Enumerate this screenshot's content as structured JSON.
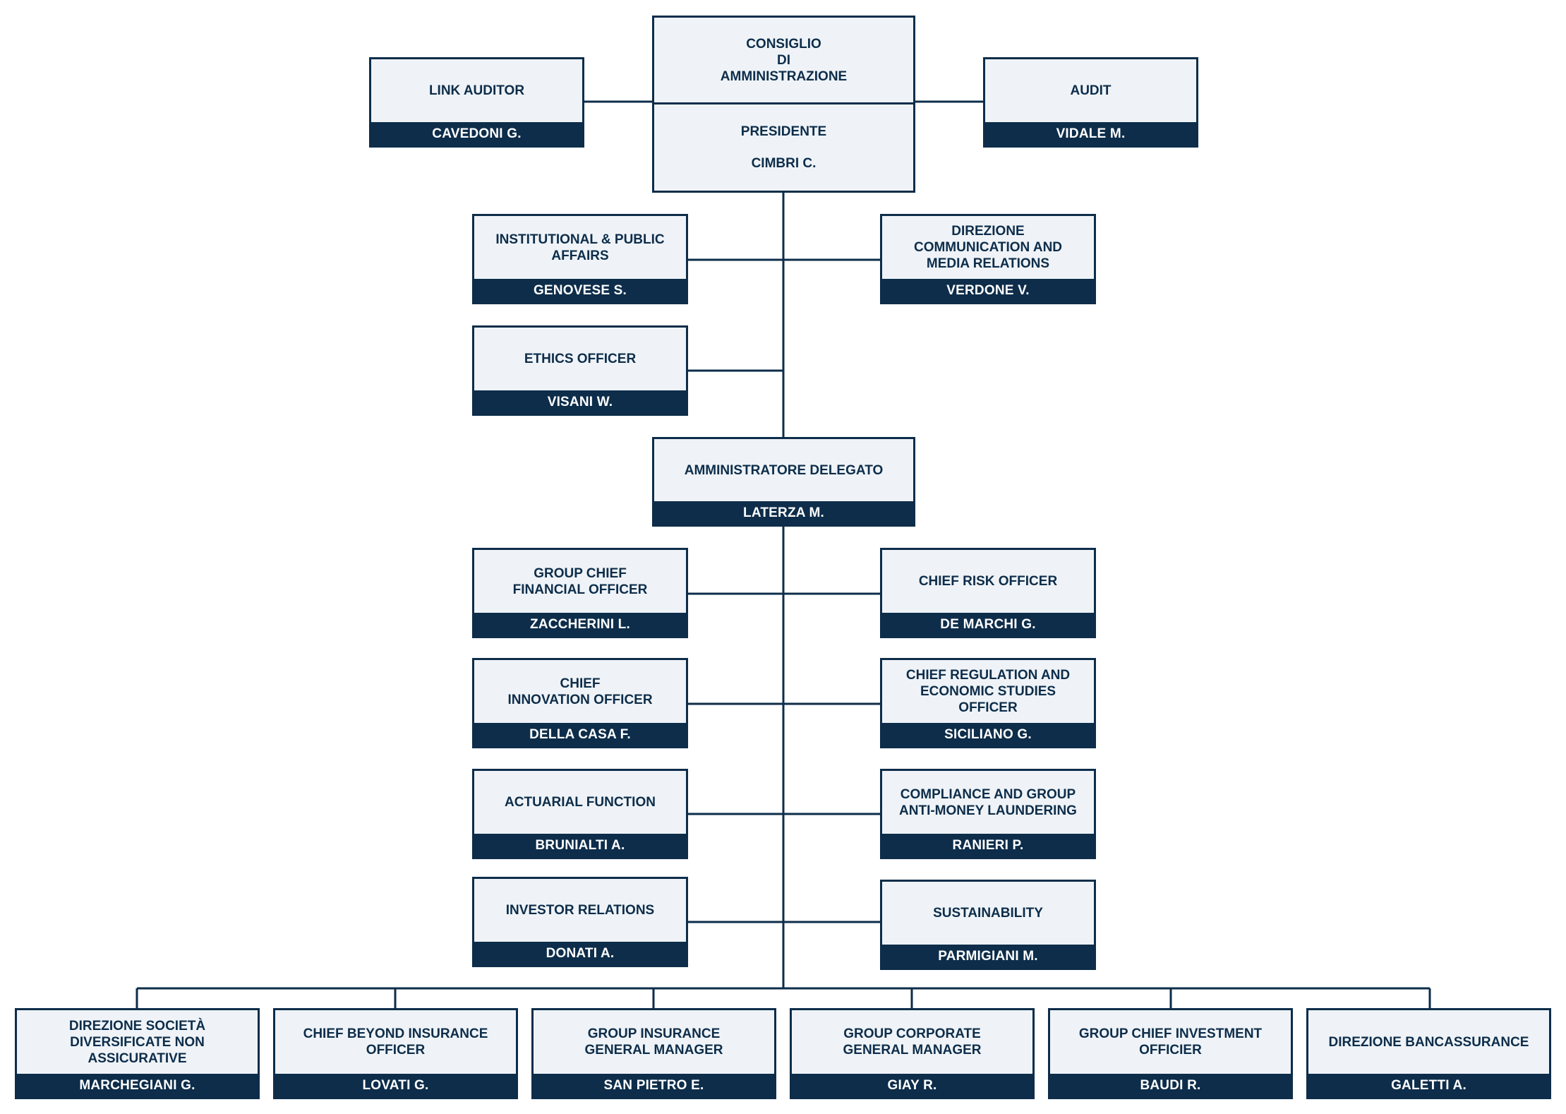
{
  "colors": {
    "navy": "#0d2d4a",
    "box_fill": "#eff3f7",
    "name_text": "#ffffff"
  },
  "board": {
    "title": "CONSIGLIO\nDI\nAMMINISTRAZIONE",
    "president_role": "PRESIDENTE",
    "president_name": "CIMBRI C."
  },
  "board_side": {
    "link_auditor": {
      "role": "LINK AUDITOR",
      "name": "CAVEDONI G."
    },
    "audit": {
      "role": "AUDIT",
      "name": "VIDALE M."
    }
  },
  "president_staff": {
    "institutional": {
      "role": "INSTITUTIONAL & PUBLIC\nAFFAIRS",
      "name": "GENOVESE S."
    },
    "communication": {
      "role": "DIREZIONE\nCOMMUNICATION AND\nMEDIA RELATIONS",
      "name": "VERDONE V."
    },
    "ethics": {
      "role": "ETHICS OFFICER",
      "name": "VISANI W."
    }
  },
  "ceo": {
    "role": "AMMINISTRATORE DELEGATO",
    "name": "LATERZA M."
  },
  "ceo_staff": {
    "cfo": {
      "role": "GROUP CHIEF\nFINANCIAL OFFICER",
      "name": "ZACCHERINI L."
    },
    "cro": {
      "role": "CHIEF RISK OFFICER",
      "name": "DE MARCHI G."
    },
    "cino": {
      "role": "CHIEF\nINNOVATION OFFICER",
      "name": "DELLA CASA F."
    },
    "regulation": {
      "role": "CHIEF REGULATION AND\nECONOMIC STUDIES\nOFFICER",
      "name": "SICILIANO G."
    },
    "actuarial": {
      "role": "ACTUARIAL FUNCTION",
      "name": "BRUNIALTI A."
    },
    "compliance": {
      "role": "COMPLIANCE AND GROUP\nANTI-MONEY LAUNDERING",
      "name": "RANIERI P."
    },
    "investor": {
      "role": "INVESTOR RELATIONS",
      "name": "DONATI A."
    },
    "sustainability": {
      "role": "SUSTAINABILITY",
      "name": "PARMIGIANI M."
    }
  },
  "divisions": {
    "diversificate": {
      "role": "DIREZIONE SOCIETÀ\nDIVERSIFICATE NON\nASSICURATIVE",
      "name": "MARCHEGIANI G."
    },
    "beyond": {
      "role": "CHIEF BEYOND INSURANCE\nOFFICER",
      "name": "LOVATI G."
    },
    "insurance": {
      "role": "GROUP INSURANCE\nGENERAL MANAGER",
      "name": "SAN PIETRO E."
    },
    "corporate": {
      "role": "GROUP CORPORATE\nGENERAL MANAGER",
      "name": "GIAY R."
    },
    "investment": {
      "role": "GROUP CHIEF INVESTMENT\nOFFICIER",
      "name": "BAUDI R."
    },
    "bancassurance": {
      "role": "DIREZIONE BANCASSURANCE",
      "name": "GALETTI A."
    }
  }
}
